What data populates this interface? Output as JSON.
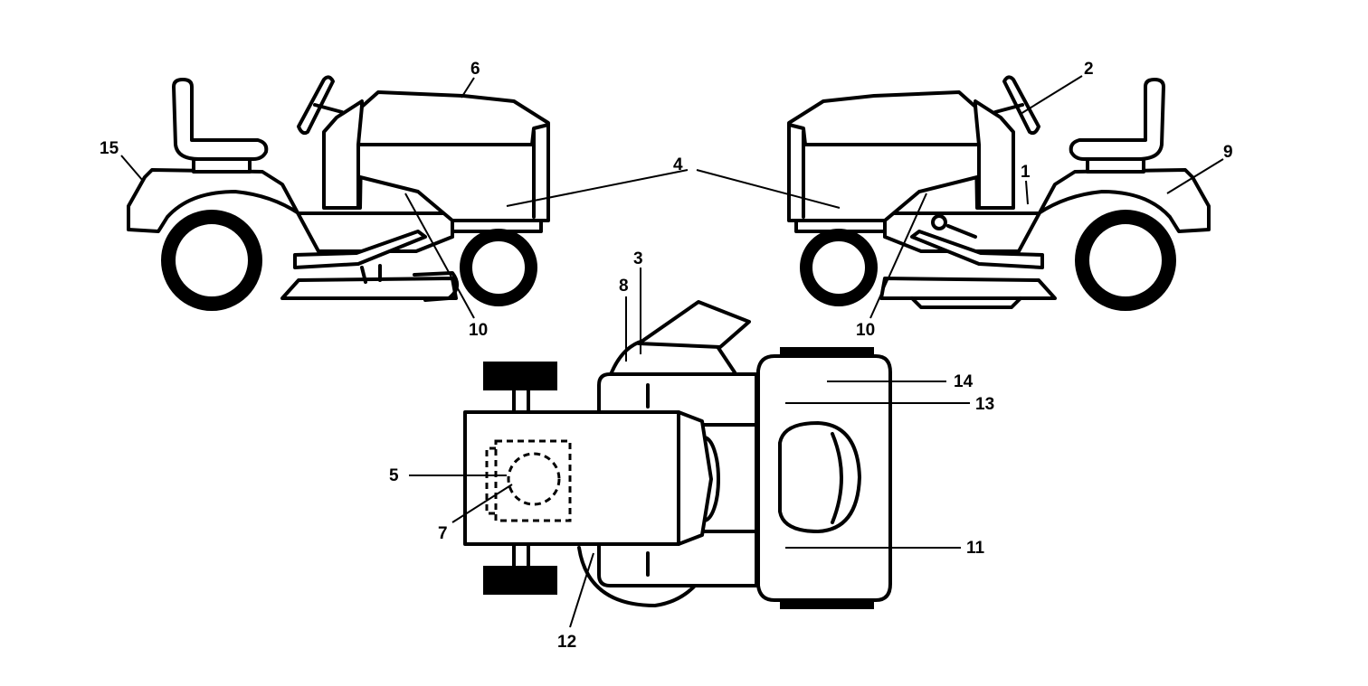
{
  "callouts": {
    "c1": "1",
    "c2": "2",
    "c3": "3",
    "c4": "4",
    "c5": "5",
    "c6": "6",
    "c7": "7",
    "c8": "8",
    "c9": "9",
    "c10_left": "10",
    "c10_right": "10",
    "c11": "11",
    "c12": "12",
    "c13": "13",
    "c14": "14",
    "c15": "15"
  }
}
